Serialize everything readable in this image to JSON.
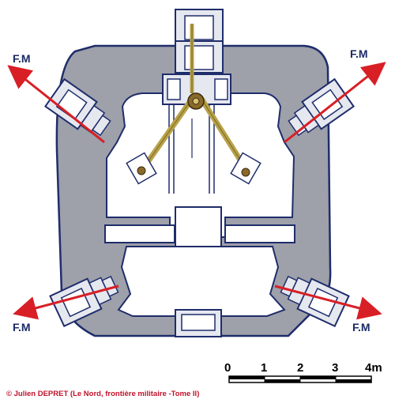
{
  "labels": {
    "fm_top_left": "F.M",
    "fm_top_right": "F.M",
    "fm_bottom_left": "F.M",
    "fm_bottom_right": "F.M"
  },
  "scale": {
    "ticks": [
      "0",
      "1",
      "2",
      "3",
      "4m"
    ]
  },
  "credit": "© Julien DEPRET (Le Nord, frontière militaire -Tome II)",
  "colors": {
    "wall": "#9ea0aa",
    "outline": "#1f2d6b",
    "fire_arrow": "#d81f26",
    "weapon": "#b8a24a",
    "credit_text": "#c0122a"
  }
}
